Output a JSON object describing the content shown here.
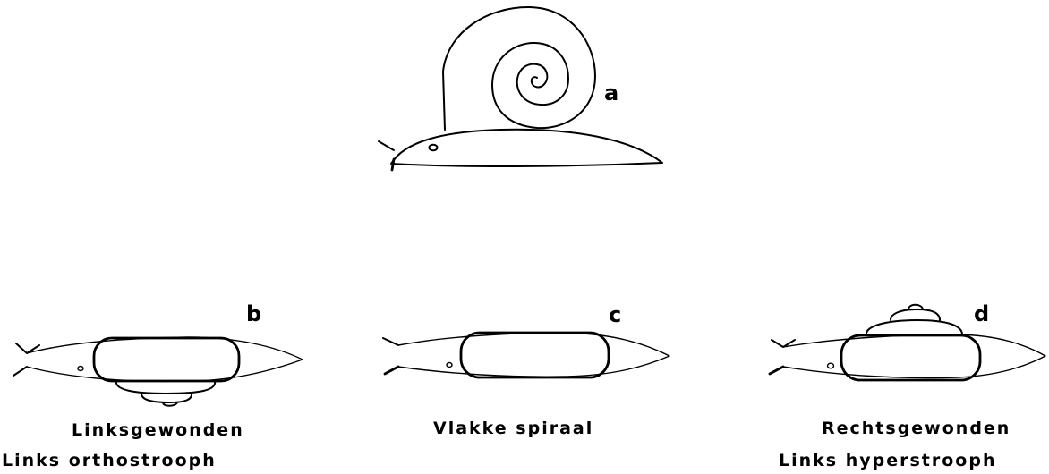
{
  "figure": {
    "labels": {
      "a": "a",
      "b": "b",
      "c": "c",
      "d": "d"
    },
    "captions": {
      "b_line1": "Linksgewonden",
      "b_line2": "Links orthostrooph",
      "c_line1": "Vlakke spiraal",
      "d_line1": "Rechtsgewonden",
      "d_line2": "Links hyperstrooph"
    }
  }
}
